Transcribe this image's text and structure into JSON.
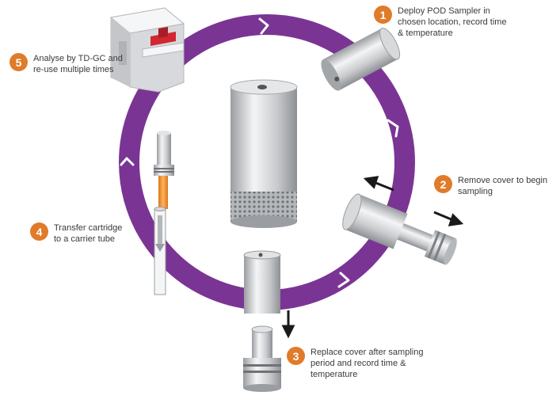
{
  "colors": {
    "ring": "#7a3594",
    "badge": "#e07b2a",
    "text": "#3a3a3a",
    "metal": "#c9cbce",
    "orange_tube": "#f29a3a",
    "instrument_red": "#d22630"
  },
  "steps": [
    {
      "number": "1",
      "lines": [
        "Deploy POD Sampler in",
        "chosen location, record time",
        "& temperature"
      ]
    },
    {
      "number": "2",
      "lines": [
        "Remove cover to begin",
        "sampling"
      ]
    },
    {
      "number": "3",
      "lines": [
        "Replace cover after sampling",
        "period and record time &",
        "temperature"
      ]
    },
    {
      "number": "4",
      "lines": [
        "Transfer cartridge",
        "to a carrier tube"
      ]
    },
    {
      "number": "5",
      "lines": [
        "Analyse by TD-GC and",
        "re-use multiple times"
      ]
    }
  ]
}
